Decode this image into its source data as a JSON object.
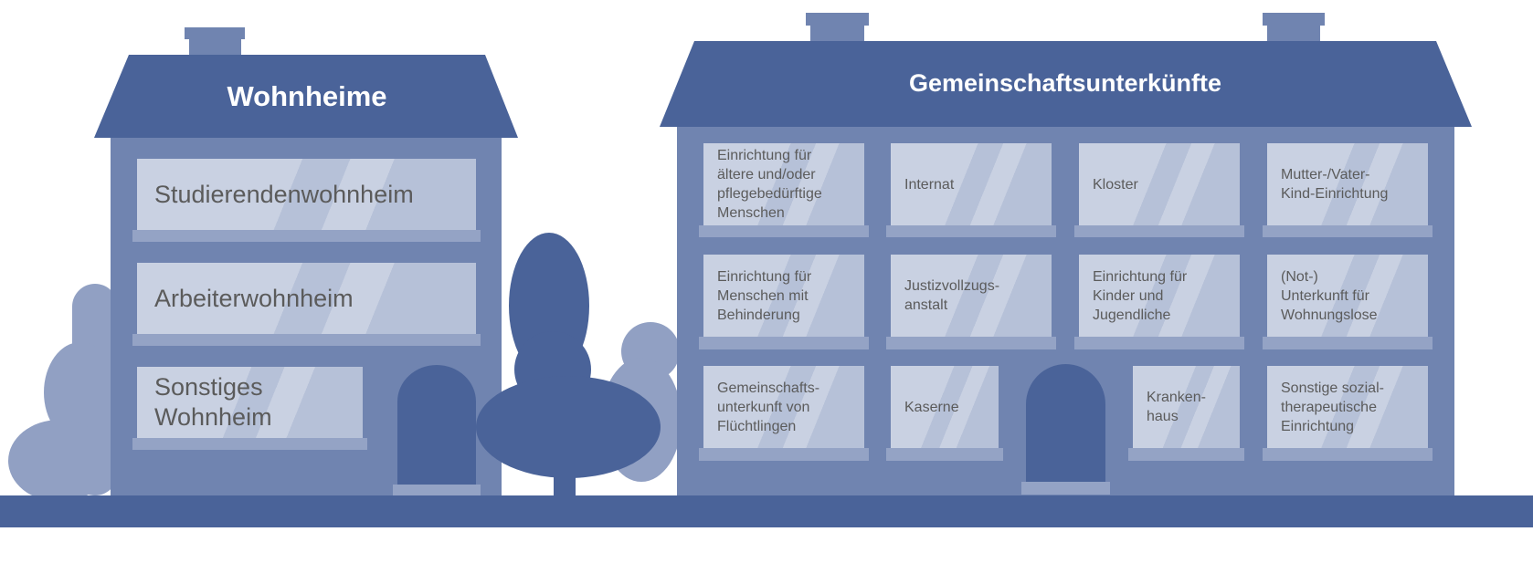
{
  "colors": {
    "dark": "#4a6399",
    "body": "#7084b0",
    "sill": "#94a3c5",
    "bush": "#91a0c3",
    "window": "#b6c1d8",
    "text": "#5b5b5b"
  },
  "wohnheime": {
    "title": "Wohnheime",
    "windows": [
      "Studierendenwohnheim",
      "Arbeiterwohnheim",
      "Sonstiges\nWohnheim"
    ]
  },
  "gemeinschaft": {
    "title": "Gemeinschaftsunterkünfte",
    "windows": [
      "Einrichtung für\nältere und/oder\npflegebedürftige\nMenschen",
      "Internat",
      "Kloster",
      "Mutter-/Vater-\nKind-Einrichtung",
      "Einrichtung für\nMenschen mit\nBehinderung",
      "Justizvollzugs-\nanstalt",
      "Einrichtung für\nKinder und\nJugendliche",
      "(Not-)\nUnterkunft für\nWohnungslose",
      "Gemeinschafts-\nunterkunft von\nFlüchtlingen",
      "Kaserne",
      "Kranken-\nhaus",
      "Sonstige sozial-\ntherapeutische\nEinrichtung"
    ]
  }
}
